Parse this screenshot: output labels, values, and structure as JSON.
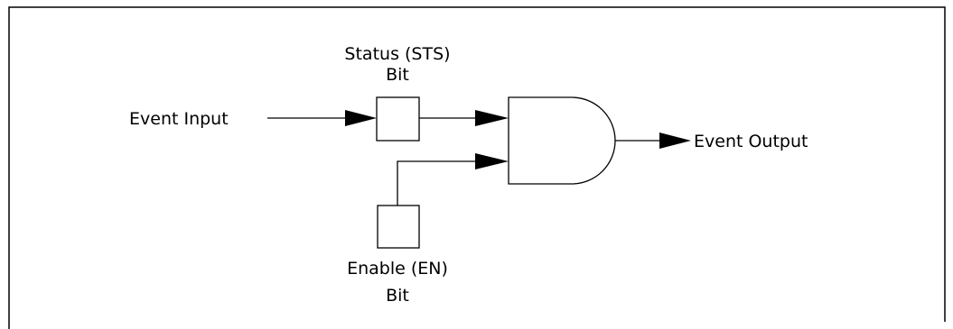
{
  "diagram": {
    "event_input": "Event Input",
    "status_bit_line1": "Status (STS)",
    "status_bit_line2": "Bit",
    "enable_bit_line1": "Enable (EN)",
    "enable_bit_line2": "Bit",
    "event_output": "Event Output"
  }
}
